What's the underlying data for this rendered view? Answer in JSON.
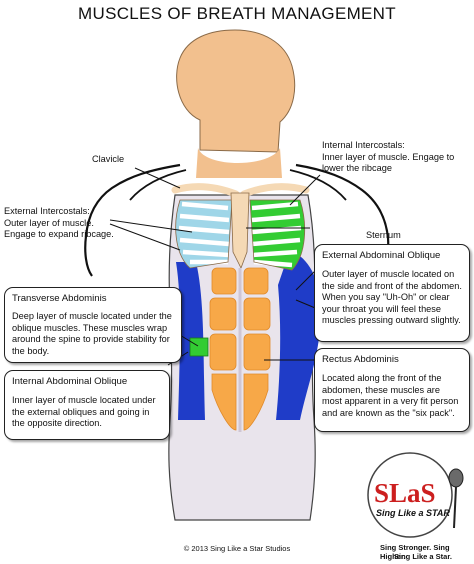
{
  "title": "MUSCLES OF BREATH MANAGEMENT",
  "labels": {
    "clavicle": "Clavicle",
    "internal_intercostals_name": "Internal Intercostals:",
    "internal_intercostals_desc": "Inner layer of muscle.  Engage to lower the ribcage",
    "external_intercostals_name": "External Intercostals:",
    "external_intercostals_desc": "Outer layer of muscle. Engage to expand ribcage.",
    "sternum": "Sternum"
  },
  "boxes": {
    "transverse": {
      "title": "Transverse Abdominis",
      "body": "Deep layer of muscle located under the oblique muscles. These muscles wrap around the spine to provide stability for the body."
    },
    "internal_oblique": {
      "title": "Internal Abdominal Oblique",
      "body": "Inner layer of muscle located under the external obliques and going in the opposite direction."
    },
    "external_oblique": {
      "title": "External Abdominal Oblique",
      "body": "Outer layer of muscle located on the side and front of the abdomen. When you say \"Uh-Oh\" or clear your throat you will feel these muscles pressing outward slightly."
    },
    "rectus": {
      "title": "Rectus Abdominis",
      "body": "Located along the front of the abdomen,  these muscles are most apparent in a very fit person and are known as the \"six pack\"."
    }
  },
  "copyright": "© 2013 Sing Like a Star Studios",
  "logo": {
    "mark": "SLaS",
    "name": "Sing Like a STAR",
    "tagline_1": "Sing Stronger. Sing Higher.",
    "tagline_2": "Sing Like a Star."
  },
  "colors": {
    "skin": "#f2c08e",
    "bone": "#f5d9b5",
    "internal_intercostals": "#33cc33",
    "external_intercostals": "#9fd6e8",
    "oblique_blue": "#1f3cc8",
    "rectus": "#f7a848",
    "logo_red": "#cc1f1f"
  }
}
